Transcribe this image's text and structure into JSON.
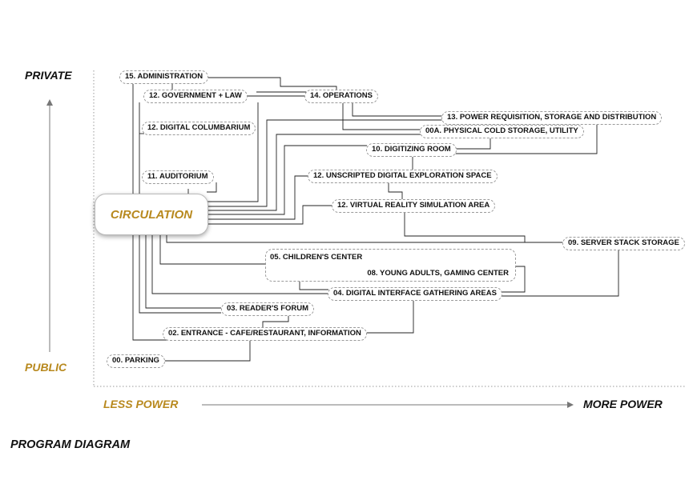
{
  "axes": {
    "y_top": "PRIVATE",
    "y_bottom": "PUBLIC",
    "x_left": "LESS POWER",
    "x_right": "MORE POWER"
  },
  "caption": "PROGRAM DIAGRAM",
  "hub": "CIRCULATION",
  "nodes": {
    "n15": "15. ADMINISTRATION",
    "n12gov": "12. GOVERNMENT + LAW",
    "n14": "14. OPERATIONS",
    "n13": "13. POWER REQUISITION, STORAGE AND DISTRIBUTION",
    "n12col": "12. DIGITAL COLUMBARIUM",
    "n00a": "00A. PHYSICAL COLD STORAGE, UTILITY",
    "n10": "10. DIGITIZING ROOM",
    "n11": "11. AUDITORIUM",
    "n12unscripted": "12. UNSCRIPTED DIGITAL EXPLORATION SPACE",
    "n12vr": "12. VIRTUAL REALITY SIMULATION AREA",
    "n09": "09. SERVER STACK STORAGE",
    "n05": "05. CHILDREN'S CENTER",
    "n08": "08. YOUNG ADULTS, GAMING CENTER",
    "n04": "04. DIGITAL INTERFACE GATHERING AREAS",
    "n03": "03. READER'S FORUM",
    "n02": "02. ENTRANCE - CAFE/RESTAURANT, INFORMATION",
    "n00": "00. PARKING"
  }
}
